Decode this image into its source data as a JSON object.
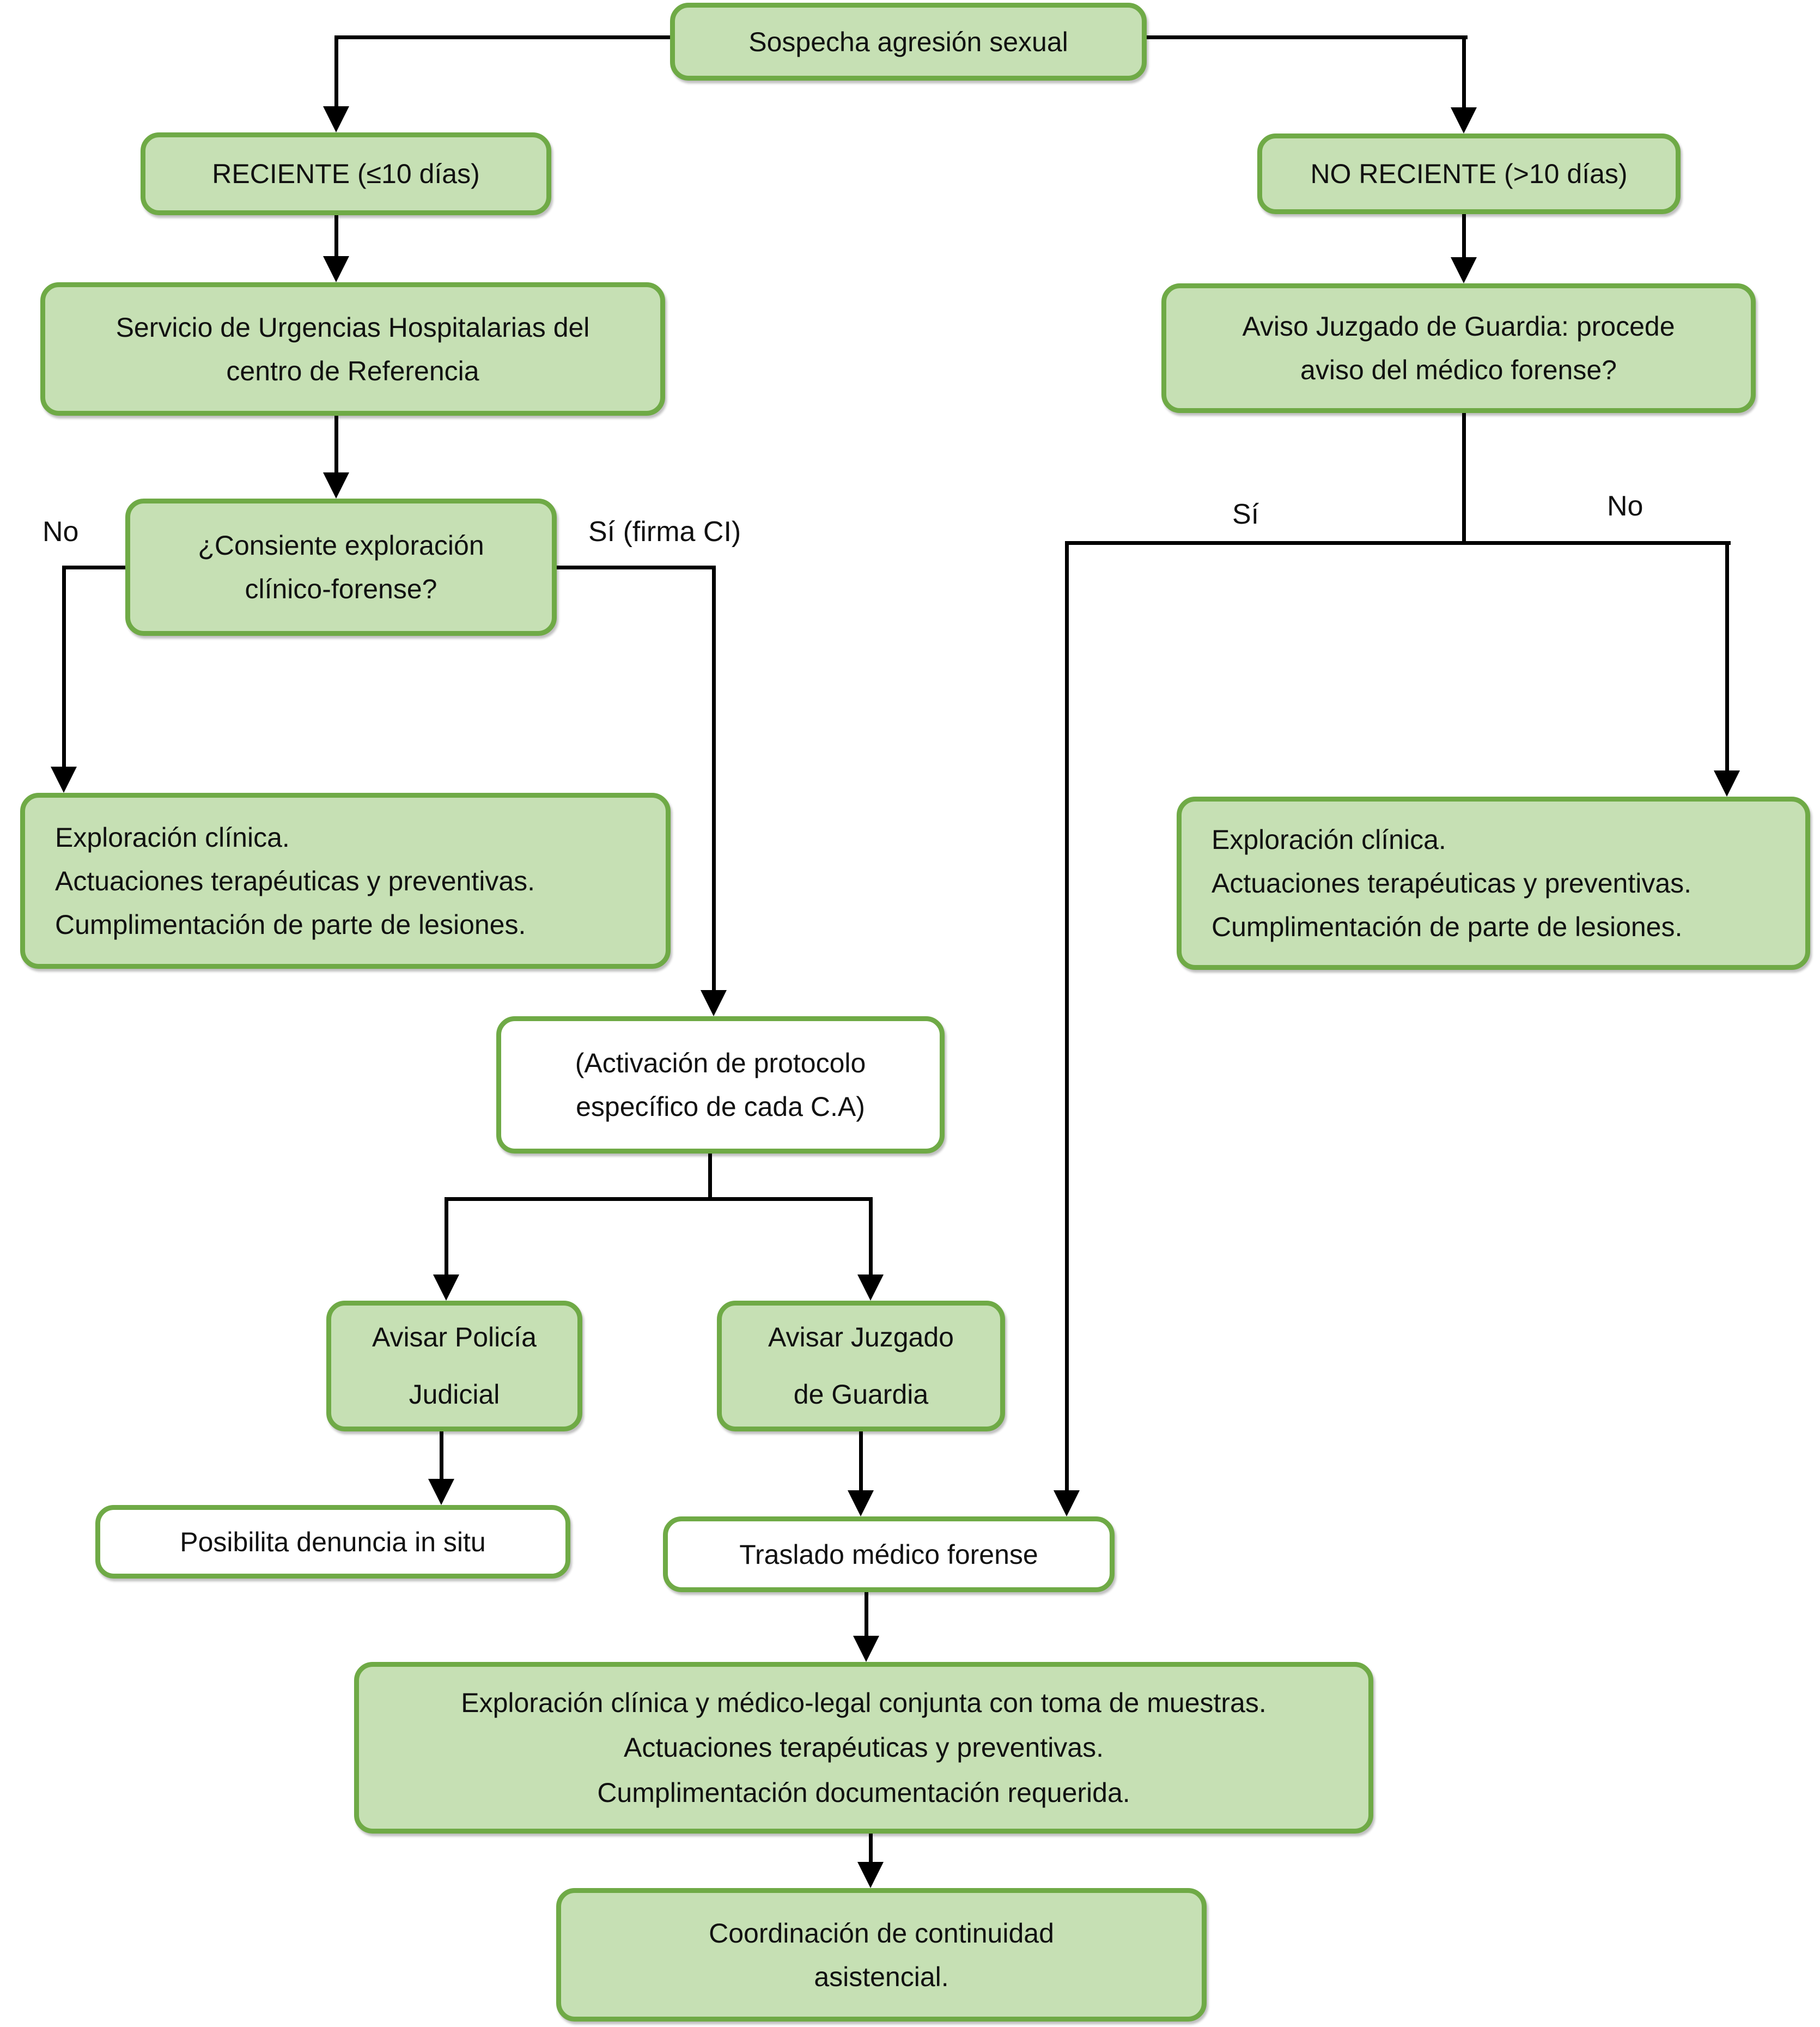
{
  "colors": {
    "box_fill": "#c6e0b4",
    "box_border": "#6faa46",
    "white_box_fill": "#ffffff",
    "connector": "#000000",
    "text": "#111111"
  },
  "nodes": {
    "start": {
      "text": "Sospecha agresión sexual"
    },
    "reciente": {
      "text": "RECIENTE (≤10 días)"
    },
    "no_reciente": {
      "text": "NO RECIENTE (>10 días)"
    },
    "urgencias": {
      "text": "Servicio de Urgencias Hospitalarias del\ncentro de Referencia"
    },
    "aviso_juzgado": {
      "text": "Aviso Juzgado de Guardia: procede\naviso del médico forense?"
    },
    "consiente": {
      "text": "¿Consiente exploración\nclínico-forense?"
    },
    "exploracion_izq": {
      "text": "Exploración clínica.\nActuaciones terapéuticas y preventivas.\nCumplimentación de parte de lesiones."
    },
    "exploracion_der": {
      "text": "Exploración clínica.\nActuaciones terapéuticas y preventivas.\nCumplimentación de parte de lesiones."
    },
    "activacion": {
      "text": "(Activación de protocolo\nespecífico de cada C.A)"
    },
    "avisar_policia": {
      "text": "Avisar Policía\nJudicial"
    },
    "avisar_juzgado": {
      "text": "Avisar Juzgado\nde Guardia"
    },
    "posibilita": {
      "text": "Posibilita denuncia in situ"
    },
    "traslado": {
      "text": "Traslado médico forense"
    },
    "exploracion_conjunta": {
      "text": "Exploración clínica y médico-legal conjunta con toma de muestras.\nActuaciones terapéuticas y preventivas.\nCumplimentación documentación requerida."
    },
    "coordinacion": {
      "text": "Coordinación de continuidad\nasistencial."
    }
  },
  "edge_labels": {
    "consent_no": "No",
    "consent_yes": "Sí (firma CI)",
    "forense_si": "Sí",
    "forense_no": "No"
  },
  "edges": [
    {
      "from": "start",
      "to": "reciente"
    },
    {
      "from": "start",
      "to": "no_reciente"
    },
    {
      "from": "reciente",
      "to": "urgencias"
    },
    {
      "from": "no_reciente",
      "to": "aviso_juzgado"
    },
    {
      "from": "urgencias",
      "to": "consiente"
    },
    {
      "from": "consiente",
      "to": "exploracion_izq",
      "label": "No"
    },
    {
      "from": "consiente",
      "to": "activacion",
      "label": "Sí (firma CI)"
    },
    {
      "from": "aviso_juzgado",
      "to": "traslado",
      "label": "Sí"
    },
    {
      "from": "aviso_juzgado",
      "to": "exploracion_der",
      "label": "No"
    },
    {
      "from": "activacion",
      "to": "avisar_policia"
    },
    {
      "from": "activacion",
      "to": "avisar_juzgado"
    },
    {
      "from": "avisar_policia",
      "to": "posibilita"
    },
    {
      "from": "avisar_juzgado",
      "to": "traslado"
    },
    {
      "from": "traslado",
      "to": "exploracion_conjunta"
    },
    {
      "from": "exploracion_conjunta",
      "to": "coordinacion"
    }
  ]
}
